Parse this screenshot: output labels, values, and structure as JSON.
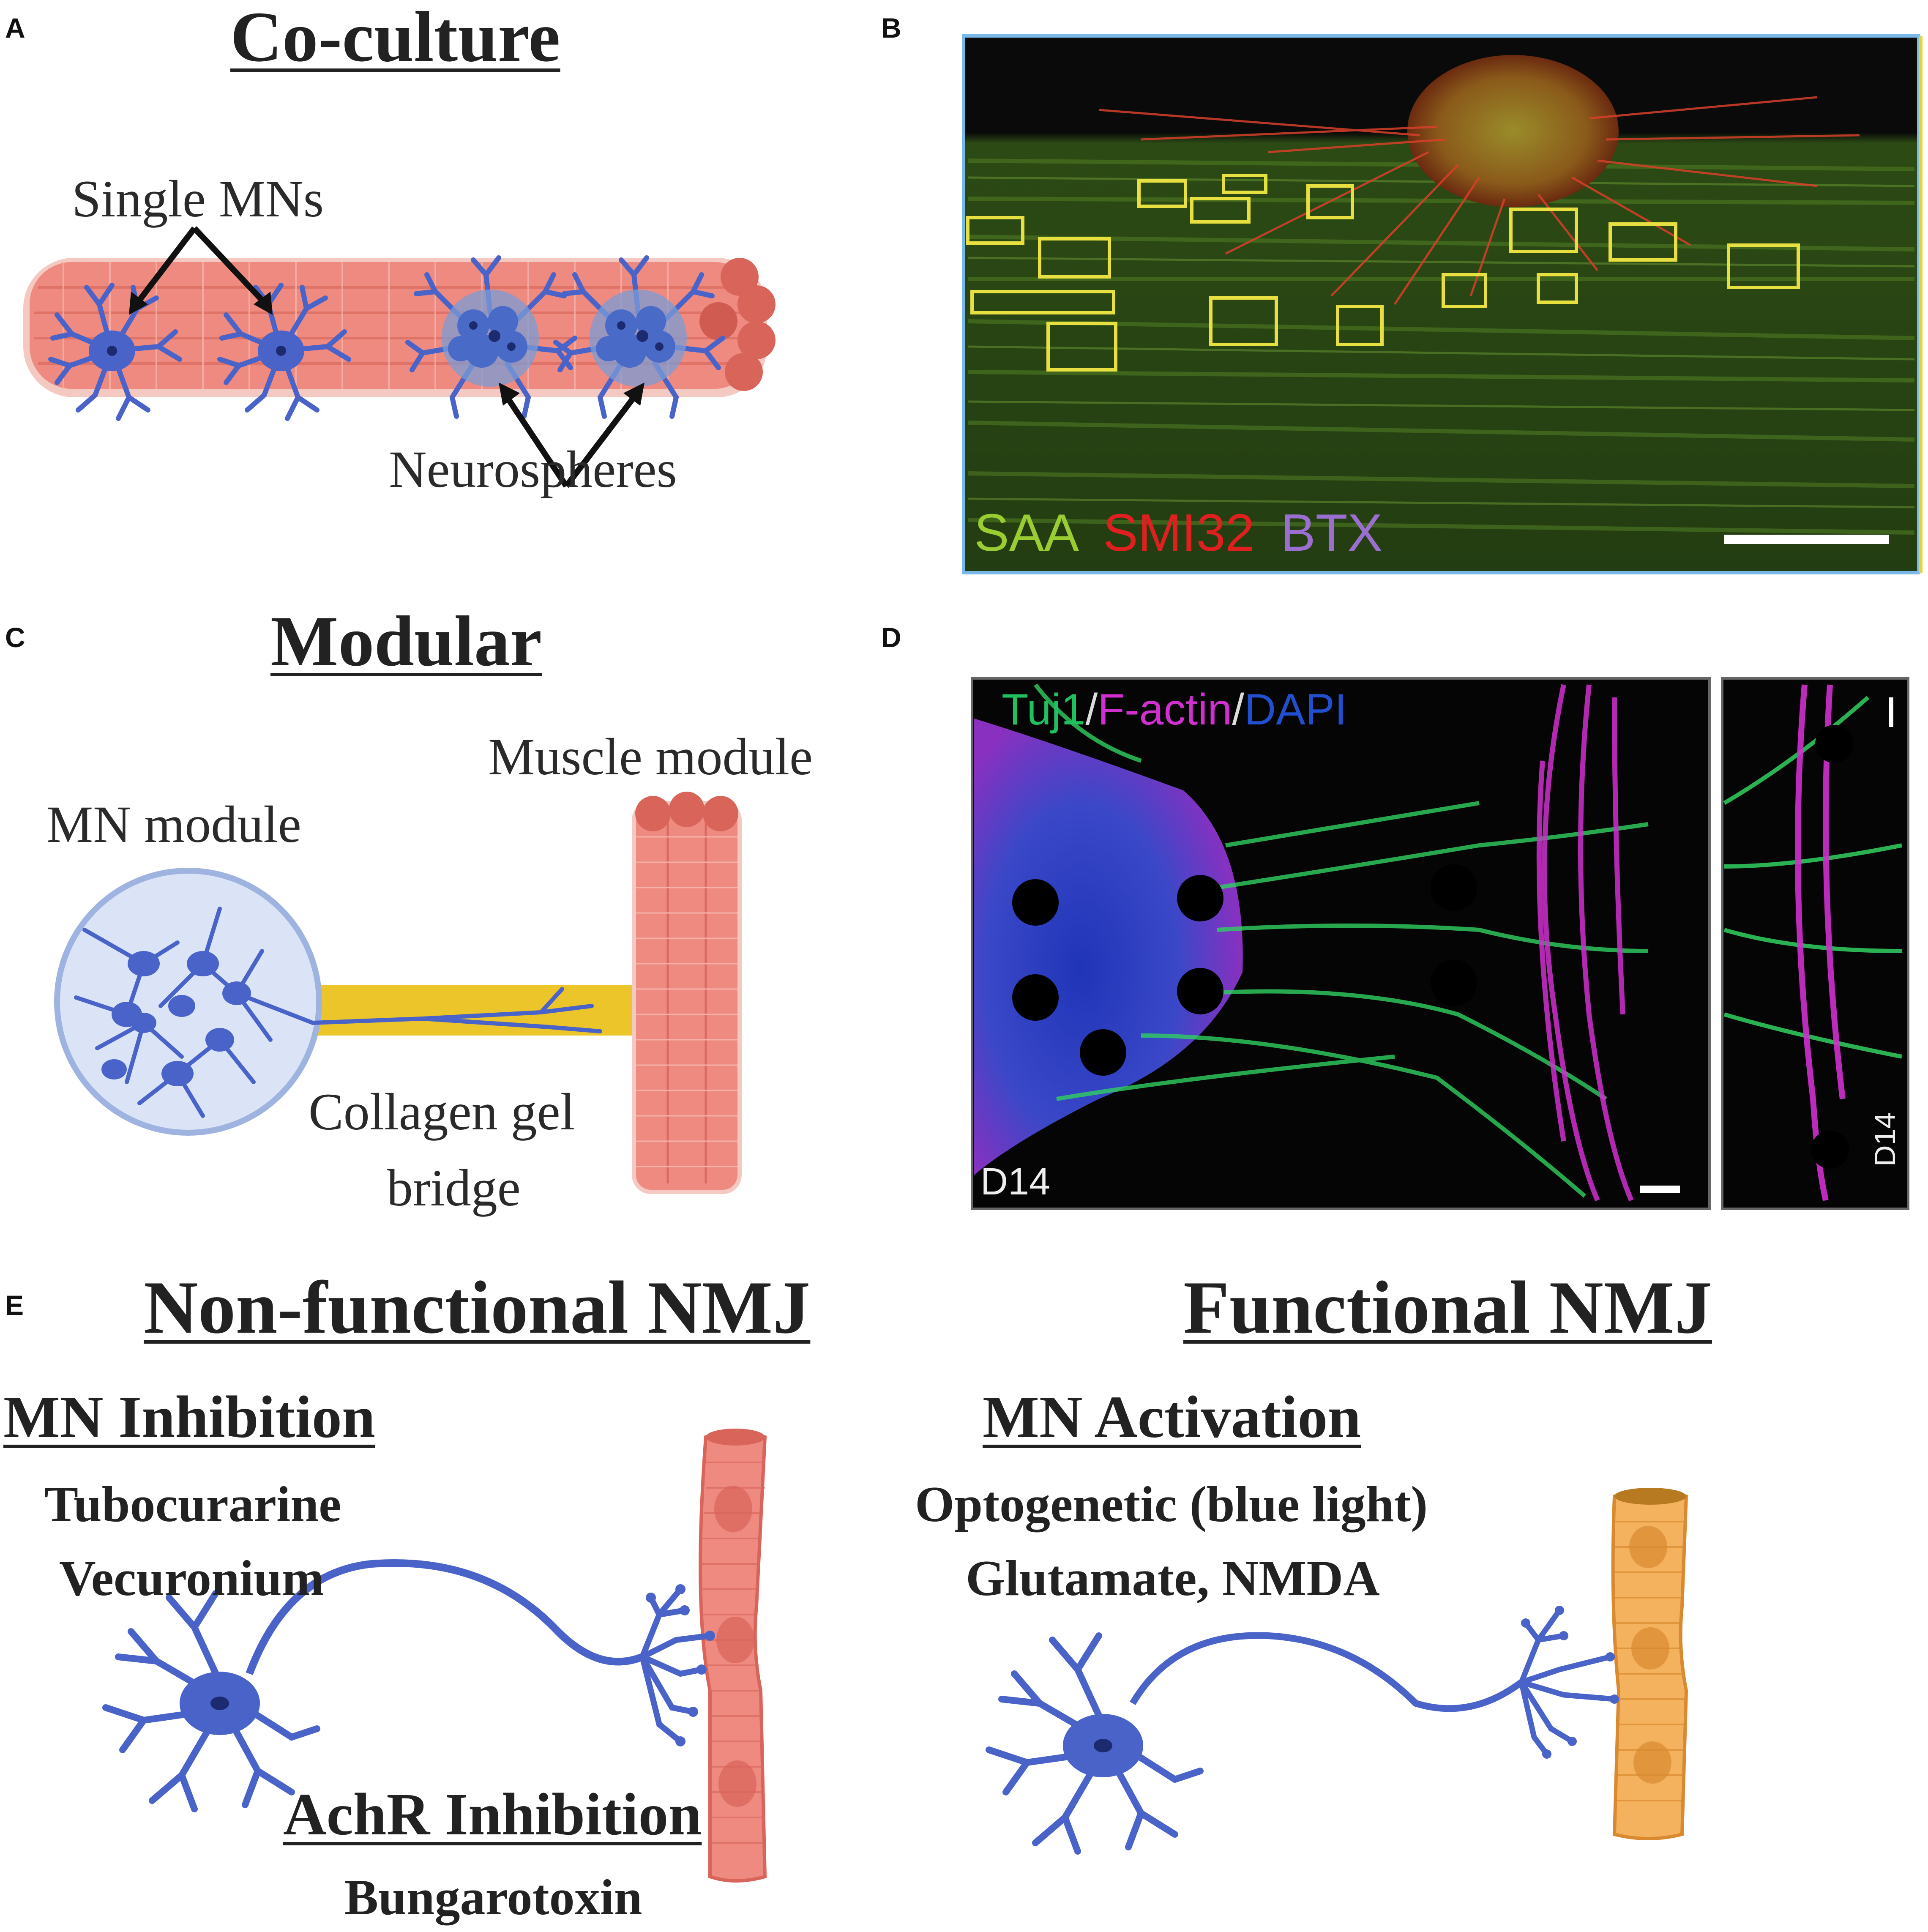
{
  "panels": {
    "A": {
      "letter": "A",
      "title": "Co-culture",
      "single_mns_label": "Single MNs",
      "neurospheres_label": "Neurospheres"
    },
    "B": {
      "letter": "B",
      "stain_saa": "SAA",
      "stain_smi32": "SMI32",
      "stain_btx": "BTX",
      "colors": {
        "saa": "#9acd32",
        "smi32": "#e02020",
        "btx": "#9b6fd0"
      }
    },
    "C": {
      "letter": "C",
      "title": "Modular",
      "muscle_module_label": "Muscle module",
      "mn_module_label": "MN module",
      "bridge_label_line1": "Collagen gel",
      "bridge_label_line2": "bridge"
    },
    "D": {
      "letter": "D",
      "stain_tuj1": "Tuj1",
      "sep1": "/",
      "stain_factin": "F-actin",
      "sep2": "/",
      "stain_dapi": "DAPI",
      "day_label_main": "D14",
      "day_label_inset": "D14",
      "colors": {
        "tuj1": "#20c060",
        "factin": "#d030d0",
        "dapi": "#2050d0"
      }
    },
    "E": {
      "letter": "E",
      "left_title": "Non-functional NMJ",
      "right_title": "Functional NMJ",
      "mn_inhibition": "MN Inhibition",
      "tubocurarine": "Tubocurarine",
      "vecuronium": "Vecuronium",
      "achr_inhibition": "AchR Inhibition",
      "bungarotoxin": "Bungarotoxin",
      "mn_activation": "MN Activation",
      "optogenetic": "Optogenetic (blue light)",
      "glutamate": "Glutamate, NMDA"
    }
  },
  "colors": {
    "neuron": "#4a63c8",
    "muscle": "#ee8a80",
    "muscle_dark": "#d96a5e",
    "muscle_orange": "#f5b25e",
    "collagen": "#ecc52a"
  }
}
